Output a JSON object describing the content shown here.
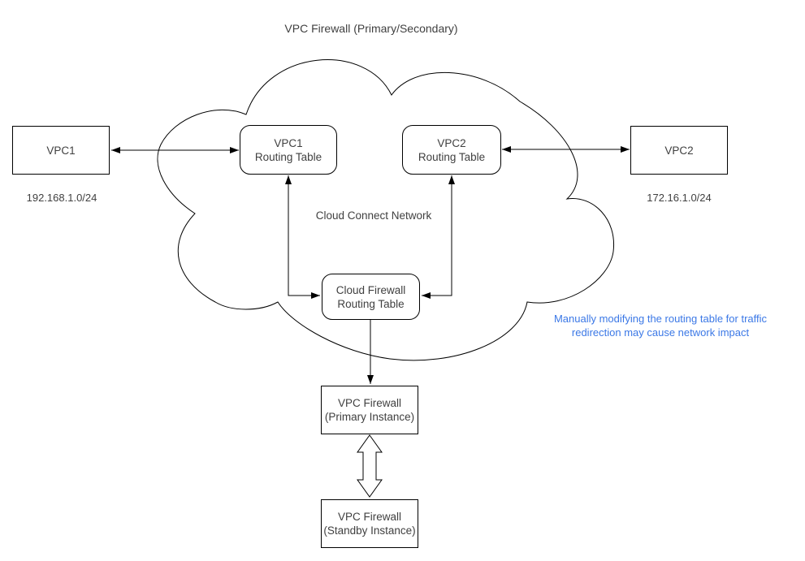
{
  "title": "VPC Firewall (Primary/Secondary)",
  "colors": {
    "line": "#000000",
    "text": "#404040",
    "note": "#3B78E6"
  },
  "cloud": {
    "label": "Cloud Connect Network"
  },
  "nodes": {
    "vpc1": {
      "label": "VPC1",
      "subnet": "192.168.1.0/24"
    },
    "vpc2": {
      "label": "VPC2",
      "subnet": "172.16.1.0/24"
    },
    "vpc1_routing_table": {
      "label": "VPC1\nRouting Table"
    },
    "vpc2_routing_table": {
      "label": "VPC2\nRouting Table"
    },
    "cloud_firewall_routing_table": {
      "label": "Cloud Firewall\nRouting Table"
    },
    "vpc_firewall_primary": {
      "label": "VPC Firewall\n(Primary Instance)"
    },
    "vpc_firewall_standby": {
      "label": "VPC Firewall\n(Standby Instance)"
    }
  },
  "note": {
    "text": "Manually modifying the routing table for traffic\nredirection may cause network impact"
  }
}
